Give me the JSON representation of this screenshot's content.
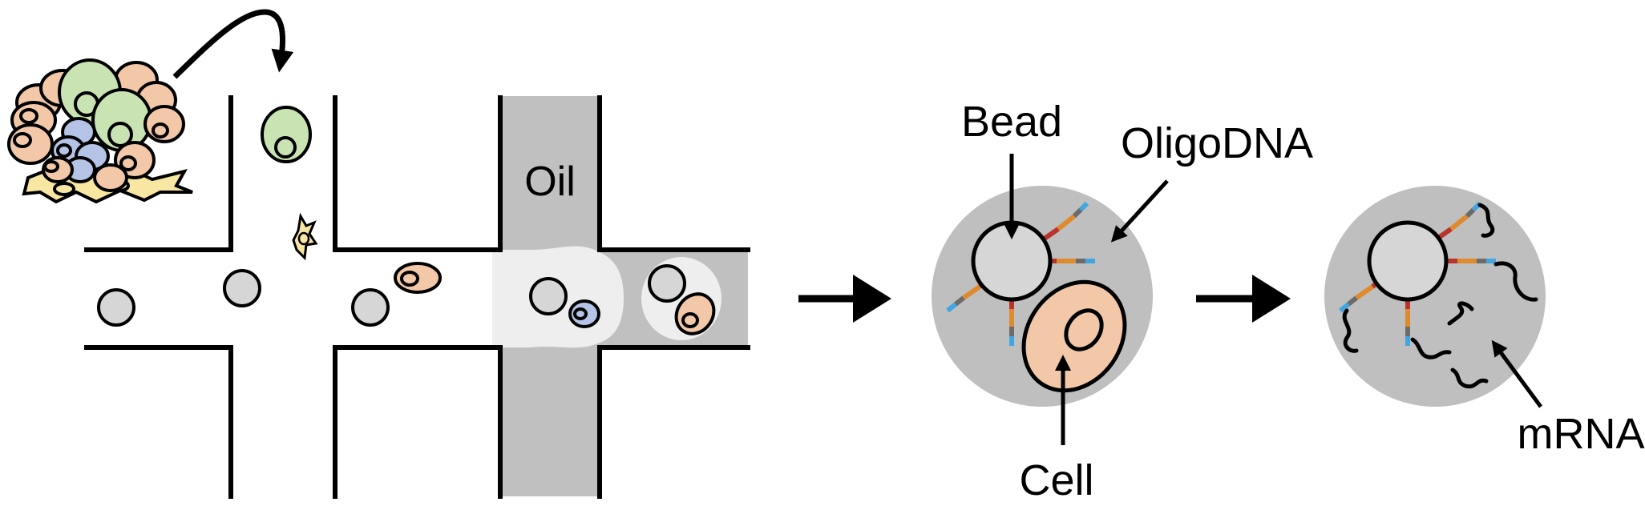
{
  "labels": {
    "oil": "Oil",
    "bead": "Bead",
    "oligo": "OligoDNA",
    "cell": "Cell",
    "mrna": "mRNA"
  },
  "colors": {
    "channel_gray": "#c0c0c0",
    "droplet_gray": "#bfbfbf",
    "droplet_fill": "#eeeeee",
    "bead": "#d6d6d6",
    "cell_orange": "#f2c8a8",
    "cell_green": "#c9e3b3",
    "cell_blue": "#b4c3e6",
    "cell_yellow": "#f7e7a2",
    "oligo_orange": "#e08a2e",
    "oligo_red": "#b8342a",
    "oligo_gray": "#6b6b6b",
    "oligo_blue": "#41a6e0"
  },
  "icons": [
    "curved-arrow-icon",
    "right-arrow-icon",
    "right-arrow-icon"
  ]
}
